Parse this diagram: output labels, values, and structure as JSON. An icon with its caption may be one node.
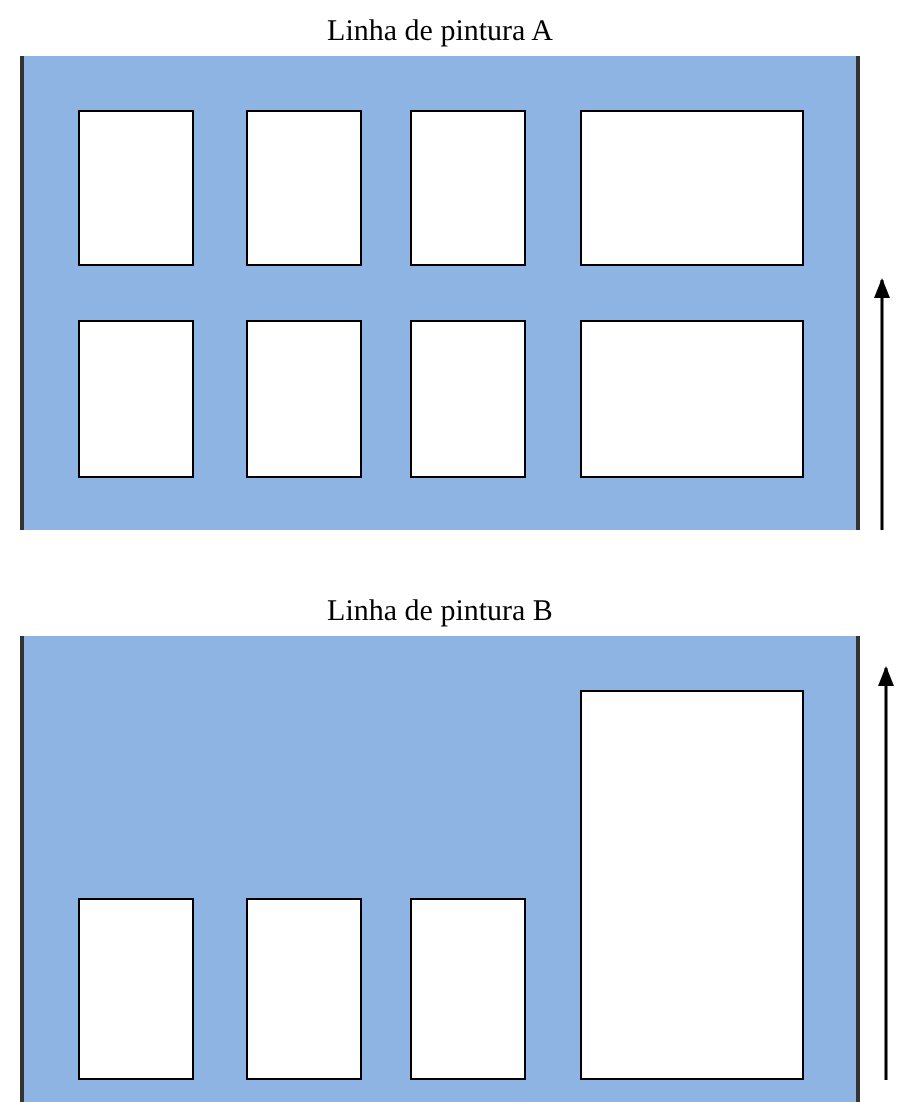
{
  "diagram": {
    "nodes": [
      {
        "text": [
          "Linha de pintura A"
        ]
      },
      {
        "text": [],
        "shape": "box",
        "in": 0
      },
      {
        "text": [],
        "shape": "box",
        "in": 0
      },
      {
        "text": [],
        "shape": "box",
        "in": 0
      },
      {
        "text": [],
        "shape": "box",
        "in": 0
      },
      {
        "text": [],
        "shape": "box",
        "in": 0
      },
      {
        "text": [],
        "shape": "box",
        "in": 0
      },
      {
        "text": [],
        "shape": "box",
        "in": 0
      },
      {
        "text": [],
        "shape": "box",
        "in": 0
      },
      {
        "text": [
          "Linha de pintura B"
        ]
      },
      {
        "text": [],
        "shape": "box",
        "in": 9
      },
      {
        "text": [],
        "shape": "box",
        "in": 9
      },
      {
        "text": [],
        "shape": "box",
        "in": 9
      },
      {
        "text": [],
        "shape": "box",
        "in": 9
      }
    ]
  }
}
